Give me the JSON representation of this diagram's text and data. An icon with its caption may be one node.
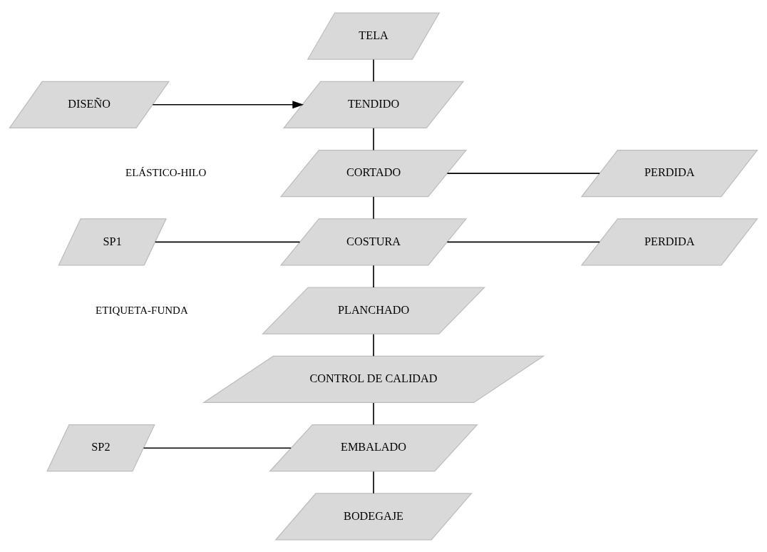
{
  "diagram": {
    "nodes": [
      {
        "text": [
          "TELA"
        ]
      },
      {
        "text": [
          "DISEÑO"
        ]
      },
      {
        "text": [
          "TENDIDO"
        ]
      },
      {
        "text": [
          "CORTADO"
        ]
      },
      {
        "text": [
          "PERDIDA"
        ]
      },
      {
        "text": [
          "SP1"
        ]
      },
      {
        "text": [
          "COSTURA"
        ]
      },
      {
        "text": [
          "PERDIDA"
        ]
      },
      {
        "text": [
          "PLANCHADO"
        ]
      },
      {
        "text": [
          "CONTROL DE CALIDAD"
        ]
      },
      {
        "text": [
          "EMBALADO"
        ]
      },
      {
        "text": [
          "SP2"
        ]
      },
      {
        "text": [
          "BODEGAJE"
        ]
      }
    ],
    "edges": [
      {
        "from": 0,
        "to": 2,
        "arrow": "none"
      },
      {
        "from": 1,
        "to": 2,
        "arrow": "to"
      },
      {
        "from": 2,
        "to": 3,
        "arrow": "none"
      },
      {
        "from": 3,
        "to": 4,
        "arrow": "none"
      },
      {
        "from": 3,
        "to": 6,
        "arrow": "none"
      },
      {
        "from": 5,
        "to": 6,
        "arrow": "none"
      },
      {
        "from": 6,
        "to": 7,
        "arrow": "none"
      },
      {
        "from": 6,
        "to": 8,
        "arrow": "none"
      },
      {
        "from": 8,
        "to": 9,
        "arrow": "none"
      },
      {
        "from": 9,
        "to": 10,
        "arrow": "none"
      },
      {
        "from": 11,
        "to": 10,
        "arrow": "none"
      },
      {
        "from": 10,
        "to": 12,
        "arrow": "none"
      }
    ],
    "labels": [
      "ELÁSTICO-HILO",
      "ETIQUETA-FUNDA"
    ]
  }
}
